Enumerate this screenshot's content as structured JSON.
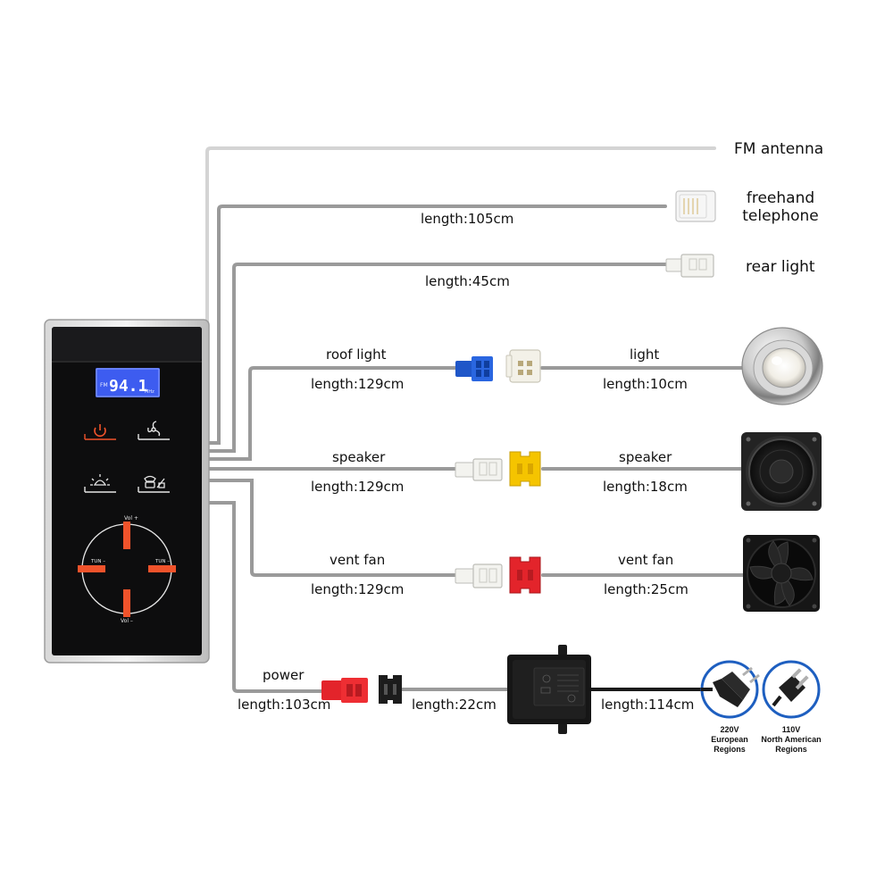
{
  "panel": {
    "display_value": "94.1",
    "display_unit": "MHz",
    "display_prefix": "FM",
    "vol_plus": "Vol +",
    "vol_minus": "Vol –",
    "tun_left": "TUN –",
    "tun_right": "TUN –",
    "accent_color": "#f0532b",
    "lcd_color": "#3d5cf0"
  },
  "lines": {
    "fm_antenna": "FM antenna",
    "telephone_label_1": "freehand",
    "telephone_label_2": "telephone",
    "telephone_length": "length:105cm",
    "rear_light": "rear light",
    "rear_light_length": "length:45cm",
    "roof_light": "roof light",
    "roof_light_length": "length:129cm",
    "light": "light",
    "light_length": "length:10cm",
    "speaker_left": "speaker",
    "speaker_left_length": "length:129cm",
    "speaker_right": "speaker",
    "speaker_right_length": "length:18cm",
    "vent_fan_left": "vent fan",
    "vent_fan_left_length": "length:129cm",
    "vent_fan_right": "vent fan",
    "vent_fan_right_length": "length:25cm",
    "power": "power",
    "power_length": "length:103cm",
    "adapter_in_length": "length:22cm",
    "adapter_out_length": "length:114cm"
  },
  "plugs": {
    "eu_caption": "220V\nEuropean\nRegions",
    "us_caption": "110V\nNorth American\nRegions",
    "ring_color": "#1e5fc0"
  },
  "connector_colors": {
    "blue": "#1f56c8",
    "yellow": "#f5c400",
    "red": "#e3242b",
    "white": "#f4f4f0"
  }
}
